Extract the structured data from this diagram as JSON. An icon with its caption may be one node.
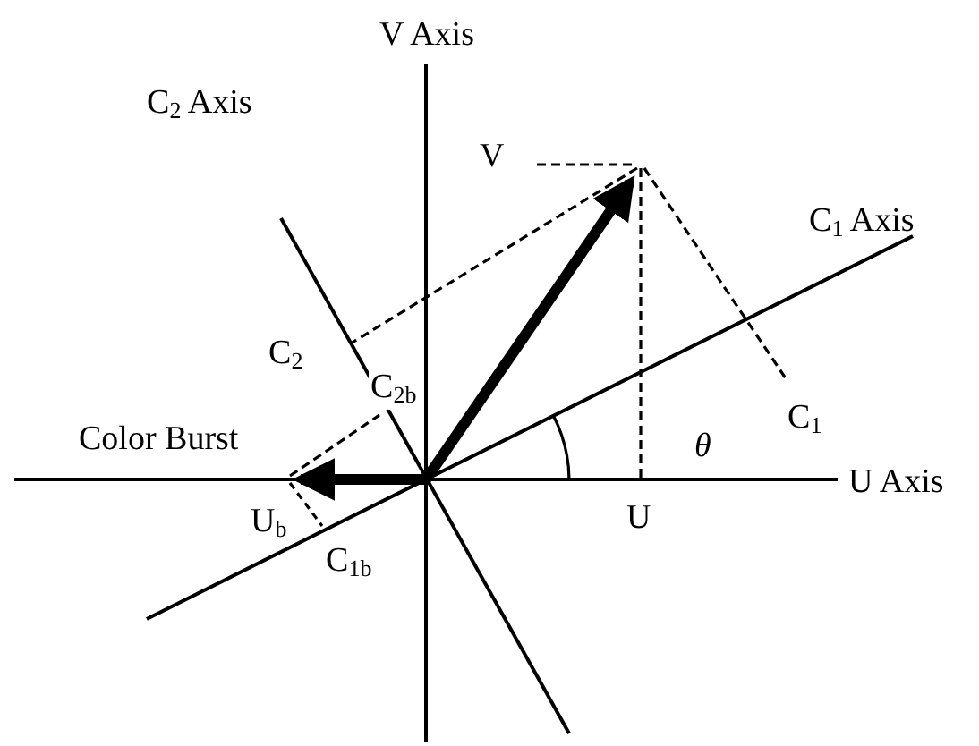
{
  "diagram": {
    "labels": [
      "V Axis",
      "C$_{2}$ Axis",
      "V",
      "C$_{1}$ Axis",
      "C$_{2}$",
      "C$_{2b}$",
      "C$_{1}$",
      "θ",
      "Color Burst",
      "U Axis",
      "U$_{b}$",
      "U",
      "C$_{1b}$"
    ]
  }
}
